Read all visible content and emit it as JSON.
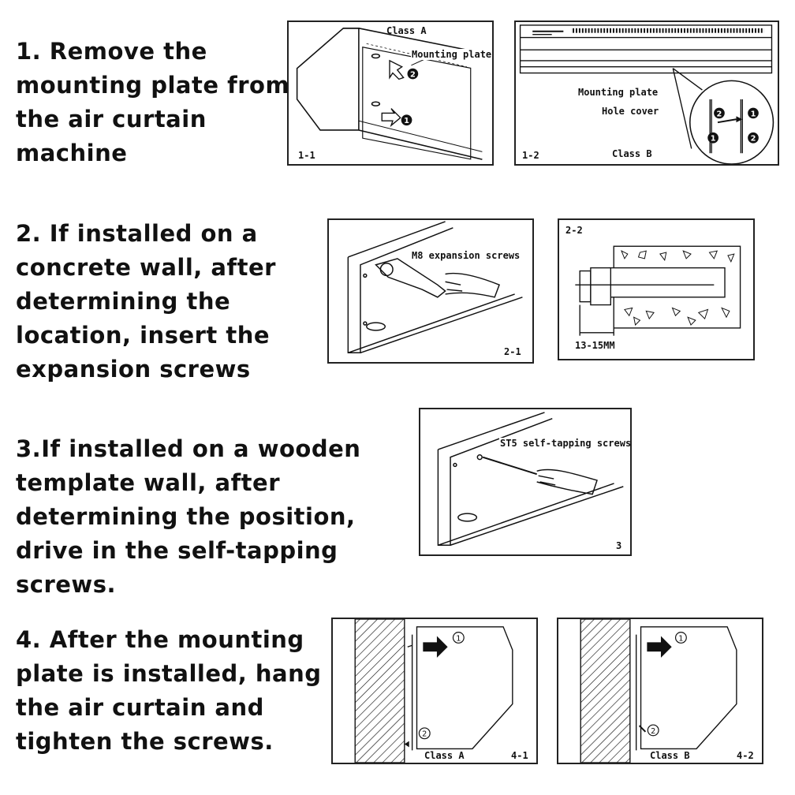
{
  "steps": [
    {
      "text": "1. Remove the mounting plate from the air curtain machine"
    },
    {
      "text": "2. If installed on a concrete wall, after determining the location, insert the expansion screws"
    },
    {
      "text": "3.If installed on a wooden template wall, after determining the position, drive in the self-tapping screws."
    },
    {
      "text": "4. After the mounting plate is installed, hang the air curtain and tighten the screws."
    }
  ],
  "figures": {
    "f1_1": {
      "id": "1-1",
      "class_label": "Class A",
      "callout": "Mounting plate"
    },
    "f1_2": {
      "id": "1-2",
      "class_label": "Class B",
      "callout_plate": "Mounting plate",
      "callout_cover": "Hole cover"
    },
    "f2_1": {
      "id": "2-1",
      "callout": "M8 expansion screws"
    },
    "f2_2": {
      "id": "2-2",
      "dimension": "13-15MM"
    },
    "f3": {
      "id": "3",
      "callout": "ST5 self-tapping screws"
    },
    "f4_1": {
      "id": "4-1",
      "class_label": "Class A"
    },
    "f4_2": {
      "id": "4-2",
      "class_label": "Class B"
    }
  },
  "markers": {
    "one": "①",
    "two": "②"
  }
}
